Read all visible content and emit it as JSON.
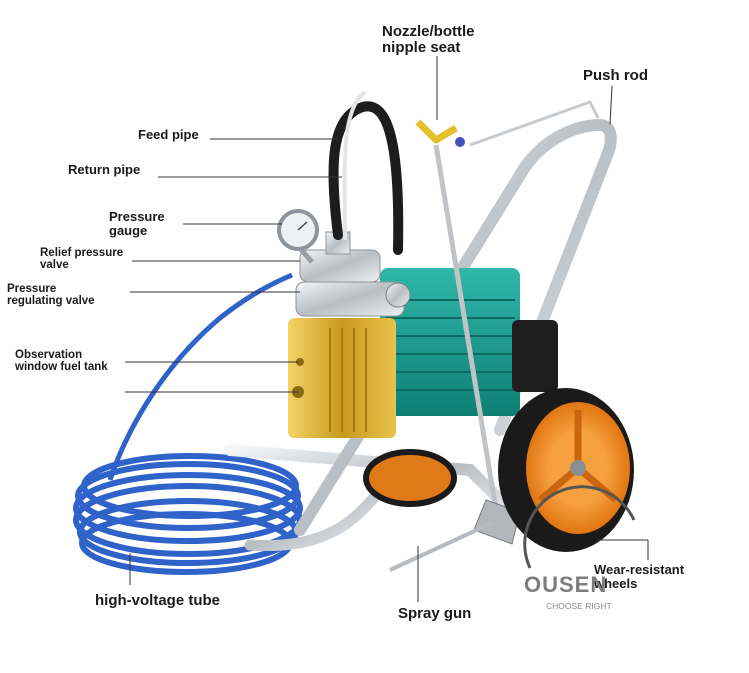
{
  "labels": {
    "nozzle": "Nozzle/bottle nipple seat",
    "nozzle_l1": "Nozzle/bottle",
    "nozzle_l2": "nipple seat",
    "push_rod": "Push rod",
    "feed_pipe": "Feed pipe",
    "return_pipe": "Return pipe",
    "gauge_l1": "Pressure",
    "gauge_l2": "gauge",
    "relief_l1": "Relief pressure",
    "relief_l2": "valve",
    "regulating_l1": "Pressure",
    "regulating_l2": "regulating valve",
    "observation_l1": "Observation",
    "observation_l2": "window fuel tank",
    "tube": "high-voltage tube",
    "spray_gun": "Spray gun",
    "wheels_l1": "Wear-resistant",
    "wheels_l2": "wheels"
  },
  "brand": {
    "name": "OUSEN",
    "slogan": "CHOOSE RIGHT"
  },
  "colors": {
    "pump_gold": "#d9b43a",
    "motor_teal": "#159c8f",
    "hose_blue": "#2f63c9",
    "wheel_orange": "#f08a25",
    "frame_silver": "#c4c8cc",
    "leader_line": "#333333"
  }
}
